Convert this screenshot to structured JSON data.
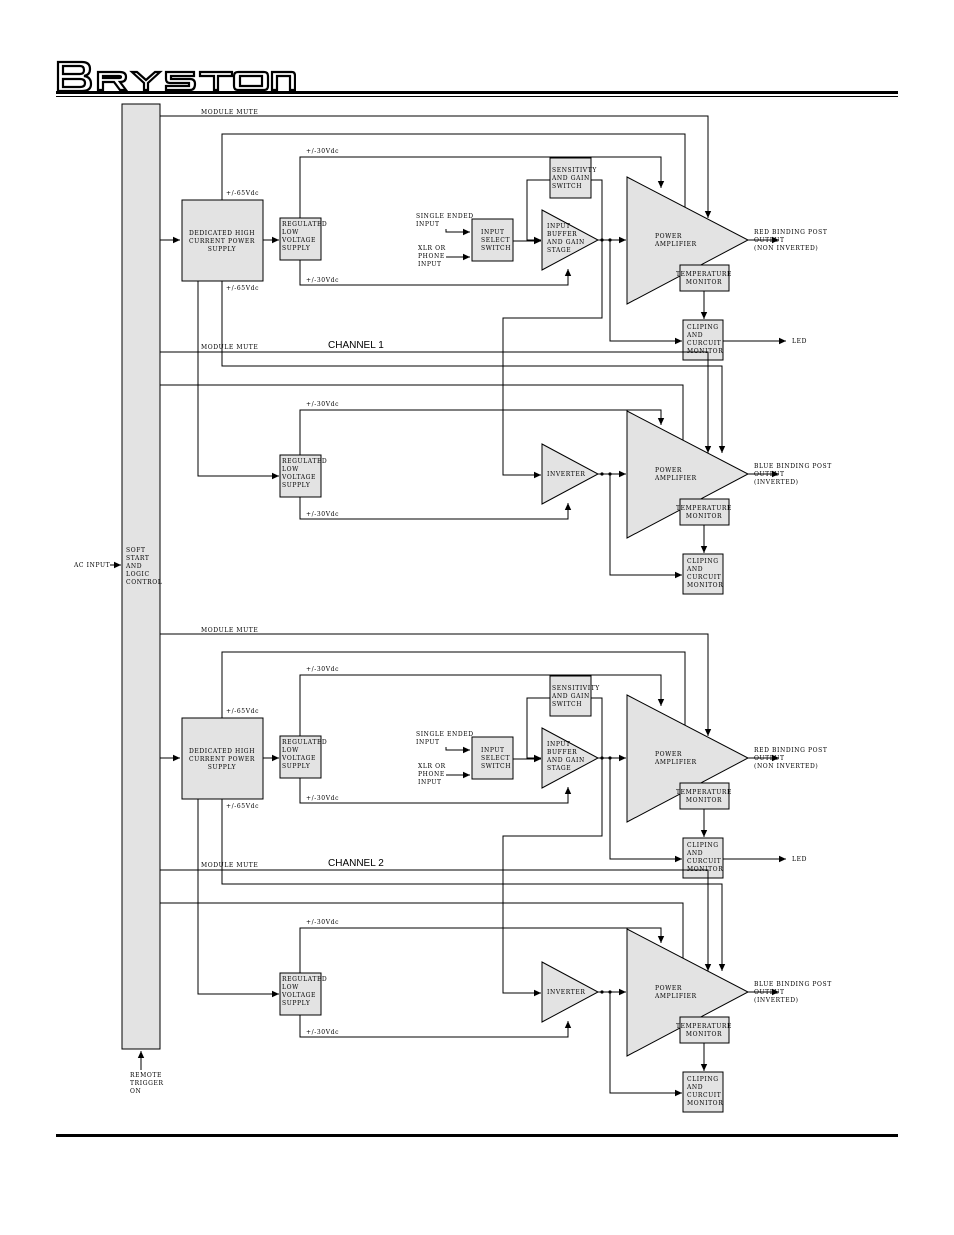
{
  "header": {
    "brand": "BRYSTON"
  },
  "global": {
    "ac_input": "AC INPUT",
    "soft_start": [
      "SOFT",
      "START",
      "AND",
      "LOGIC",
      "CONTROL"
    ],
    "remote_trigger": [
      "REMOTE",
      "TRIGGER",
      "ON"
    ]
  },
  "channels": [
    {
      "name": "CHANNEL 1",
      "psu": [
        "DEDICATED HIGH",
        "CURRENT POWER",
        "SUPPLY"
      ],
      "plus65": "+/-65Vdc",
      "minus65": "+/-65Vdc",
      "blocks": [
        {
          "module_mute": "MODULE MUTE",
          "reg": [
            "REGULATED",
            "LOW",
            "VOLTAGE",
            "SUPPLY"
          ],
          "v30_top": "+/-30Vdc",
          "v30_bot": "+/-30Vdc",
          "sens": [
            "SENSITIVTY",
            "AND GAIN",
            "SWITCH"
          ],
          "single_ended": [
            "SINGLE ENDED",
            "INPUT"
          ],
          "xlr": [
            "XLR OR",
            "PHONE",
            "INPUT"
          ],
          "input_select": [
            "INPUT",
            "SELECT",
            "SWITCH"
          ],
          "stage": [
            "INPUT",
            "BUFFER",
            "AND GAIN",
            "STAGE"
          ],
          "power_amp": [
            "POWER",
            "AMPLIFIER"
          ],
          "temp": [
            "TEMPERATURE",
            "MONITOR"
          ],
          "clip": [
            "CLIPING",
            "AND",
            "CURCUIT",
            "MONITOR"
          ],
          "output": [
            "RED BINDING POST",
            "OUTPUT",
            "(NON INVERTED)"
          ],
          "led": "LED"
        },
        {
          "module_mute": "MODULE MUTE",
          "reg": [
            "REGULATED",
            "LOW",
            "VOLTAGE",
            "SUPPLY"
          ],
          "v30_top": "+/-30Vdc",
          "v30_bot": "+/-30Vdc",
          "stage": [
            "INVERTER"
          ],
          "power_amp": [
            "POWER",
            "AMPLIFIER"
          ],
          "temp": [
            "TEMPERATURE",
            "MONITOR"
          ],
          "clip": [
            "CLIPING",
            "AND",
            "CURCUIT",
            "MONITOR"
          ],
          "output": [
            "BLUE BINDING POST",
            "OUTPUT",
            "(INVERTED)"
          ]
        }
      ]
    },
    {
      "name": "CHANNEL 2",
      "psu": [
        "DEDICATED HIGH",
        "CURRENT POWER",
        "SUPPLY"
      ],
      "plus65": "+/-65Vdc",
      "minus65": "+/-65Vdc",
      "blocks": [
        {
          "module_mute": "MODULE MUTE",
          "reg": [
            "REGULATED",
            "LOW",
            "VOLTAGE",
            "SUPPLY"
          ],
          "v30_top": "+/-30Vdc",
          "v30_bot": "+/-30Vdc",
          "sens": [
            "SENSITIVITY",
            "AND GAIN",
            "SWITCH"
          ],
          "single_ended": [
            "SINGLE ENDED",
            "INPUT"
          ],
          "xlr": [
            "XLR OR",
            "PHONE",
            "INPUT"
          ],
          "input_select": [
            "INPUT",
            "SELECT",
            "SWITCH"
          ],
          "stage": [
            "INPUT",
            "BUFFER",
            "AND GAIN",
            "STAGE"
          ],
          "power_amp": [
            "POWER",
            "AMPLIFIER"
          ],
          "temp": [
            "TEMPERATURE",
            "MONITOR"
          ],
          "clip": [
            "CLIPING",
            "AND",
            "CURCUIT",
            "MONITOR"
          ],
          "output": [
            "RED BINDING POST",
            "OUTPUT",
            "(NON INVERTED)"
          ],
          "led": "LED"
        },
        {
          "module_mute": "MODULE MUTE",
          "reg": [
            "REGULATED",
            "LOW",
            "VOLTAGE",
            "SUPPLY"
          ],
          "v30_top": "+/-30Vdc",
          "v30_bot": "+/-30Vdc",
          "stage": [
            "INVERTER"
          ],
          "power_amp": [
            "POWER",
            "AMPLIFIER"
          ],
          "temp": [
            "TEMPERATURE",
            "MONITOR"
          ],
          "clip": [
            "CLIPING",
            "AND",
            "CURCUIT",
            "MONITOR"
          ],
          "output": [
            "BLUE BINDING POST",
            "OUTPUT",
            "(INVERTED)"
          ]
        }
      ]
    }
  ]
}
